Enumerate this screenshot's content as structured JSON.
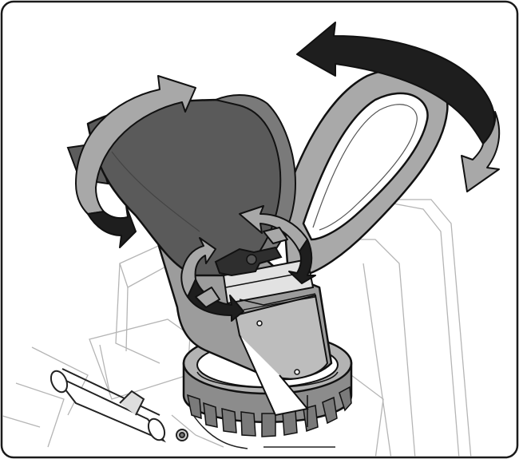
{
  "illustration": {
    "subject": "spout-and-handle-assembly",
    "style": "technical line drawing, grayscale",
    "colors": {
      "frame": "#1a1a1a",
      "background": "#ffffff",
      "dark_part": "#5a5a5a",
      "mid_part": "#9a9a9a",
      "light_part": "#c4c4c4",
      "outline": "#111111",
      "faint_line": "#b5b5b5",
      "arrow_dark": "#1e1e1e",
      "arrow_gray": "#a8a8a8"
    },
    "rotation_arrows": [
      {
        "name": "handle-rotation-arrow",
        "tone": "dark-and-gray"
      },
      {
        "name": "spout-rotation-arrow",
        "tone": "gray-and-dark"
      },
      {
        "name": "knob-rotation-arrow-right",
        "tone": "gray-and-dark"
      },
      {
        "name": "knob-rotation-arrow-left",
        "tone": "gray-and-dark"
      }
    ]
  }
}
